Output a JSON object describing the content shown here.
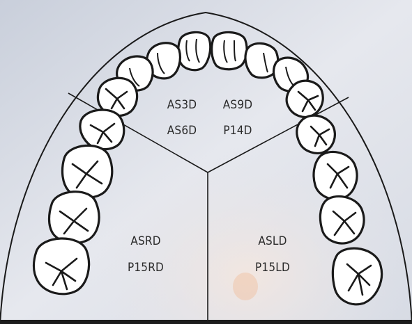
{
  "diagram": {
    "regions": {
      "anterior_left": {
        "line1": "AS3D",
        "line2": "AS6D"
      },
      "anterior_right": {
        "line1": "AS9D",
        "line2": "P14D"
      },
      "posterior_left": {
        "line1": "ASRD",
        "line2": "P15RD"
      },
      "posterior_right": {
        "line1": "ASLD",
        "line2": "P15LD"
      }
    },
    "colors": {
      "background": "#dfe3ea",
      "outline": "#1a1a1a",
      "tooth_fill": "#ffffff",
      "bottom_bar": "#1c1c1c"
    }
  }
}
